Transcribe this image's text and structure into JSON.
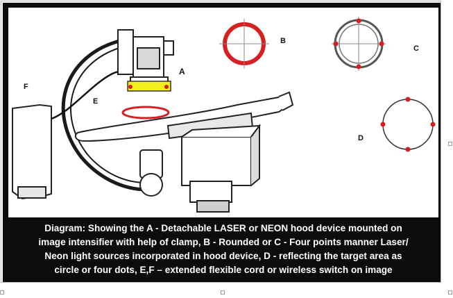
{
  "labels": {
    "a": "A",
    "b": "B",
    "c": "C",
    "d": "D",
    "e": "E",
    "f": "F"
  },
  "caption": {
    "line1": "Diagram: Showing the A - Detachable LASER or NEON hood device mounted on",
    "line2": "image intensifier with help of clamp, B - Rounded or C - Four points manner Laser/",
    "line3": "Neon light sources incorporated in hood device, D - reflecting the  target area as",
    "line4": "circle or four dots, E,F – extended flexible cord or wireless switch on image"
  },
  "colors": {
    "laser_red": "#d42020",
    "clamp_yellow": "#f2ee1e",
    "caption_background": "#0c0c0c",
    "caption_text": "#ffffff"
  }
}
